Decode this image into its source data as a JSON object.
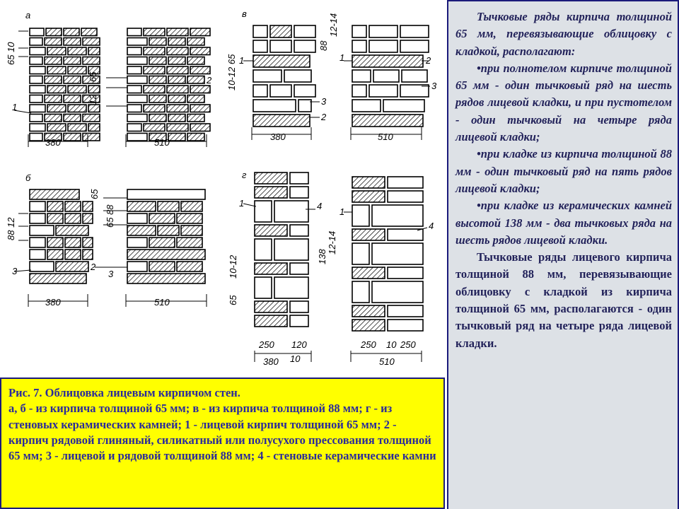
{
  "diagram": {
    "panel_labels": [
      "а",
      "б",
      "в",
      "г"
    ],
    "dims": {
      "a_top_left": "65 10",
      "a_mid": "65",
      "a_mid2": "12",
      "a_w1": "380",
      "a_w2": "510",
      "b_top": "65",
      "b_left": "88 12",
      "b_right": "65 88",
      "b_w1": "380",
      "b_w2": "510",
      "v_top": "88",
      "v_top2": "12-14",
      "v_left": "10-12 65",
      "v_w1": "380",
      "v_w2": "510",
      "g_mid": "138",
      "g_mid2": "12-14",
      "g_left": "10-12",
      "g_left2": "65",
      "g_w_250a": "250",
      "g_w_120": "120",
      "g_w_380": "380",
      "g_w_10a": "10",
      "g_w_250b": "250",
      "g_w_10b": "10",
      "g_w_250c": "250",
      "g_w_510": "510"
    },
    "callouts": {
      "n1": "1",
      "n2": "2",
      "n3": "3",
      "n4": "4"
    }
  },
  "caption": {
    "title": "Рис. 7. Облицовка лицевым кирпичом стен.",
    "body": "а, б - из кирпича толщиной 65 мм; в - из кирпича толщиной 88 мм; г - из стеновых керамических камней; 1 - лицевой кирпич толщиной 65 мм; 2 - кирпич рядовой глиняный, силикатный или полусухого прессования толщиной 65 мм; 3 - лицевой и рядовой толщиной 88 мм; 4 - стеновые керамические камни"
  },
  "sidepanel": {
    "intro": "Тычковые ряды кирпича толщиной 65 мм, перевязывающие облицовку с кладкой, располагают:",
    "bullet1": "•при полнотелом кирпиче толщиной 65 мм - один тычковый ряд на шесть рядов лицевой кладки, и при пустотелом - один тычковый на четыре ряда лицевой кладки;",
    "bullet2": "•при кладке из кирпича толщиной 88 мм - один тычковый ряд на пять рядов лицевой кладки;",
    "bullet3": "•при кладке из керамических камней высотой 138 мм - два тычковых ряда на шесть рядов лицевой кладки.",
    "outro": "Тычковые ряды лицевого кирпича толщиной 88 мм, перевязывающие облицовку с кладкой из кирпича толщиной 65 мм, располагаются - один тычковый ряд на четыре ряда лицевой кладки."
  }
}
